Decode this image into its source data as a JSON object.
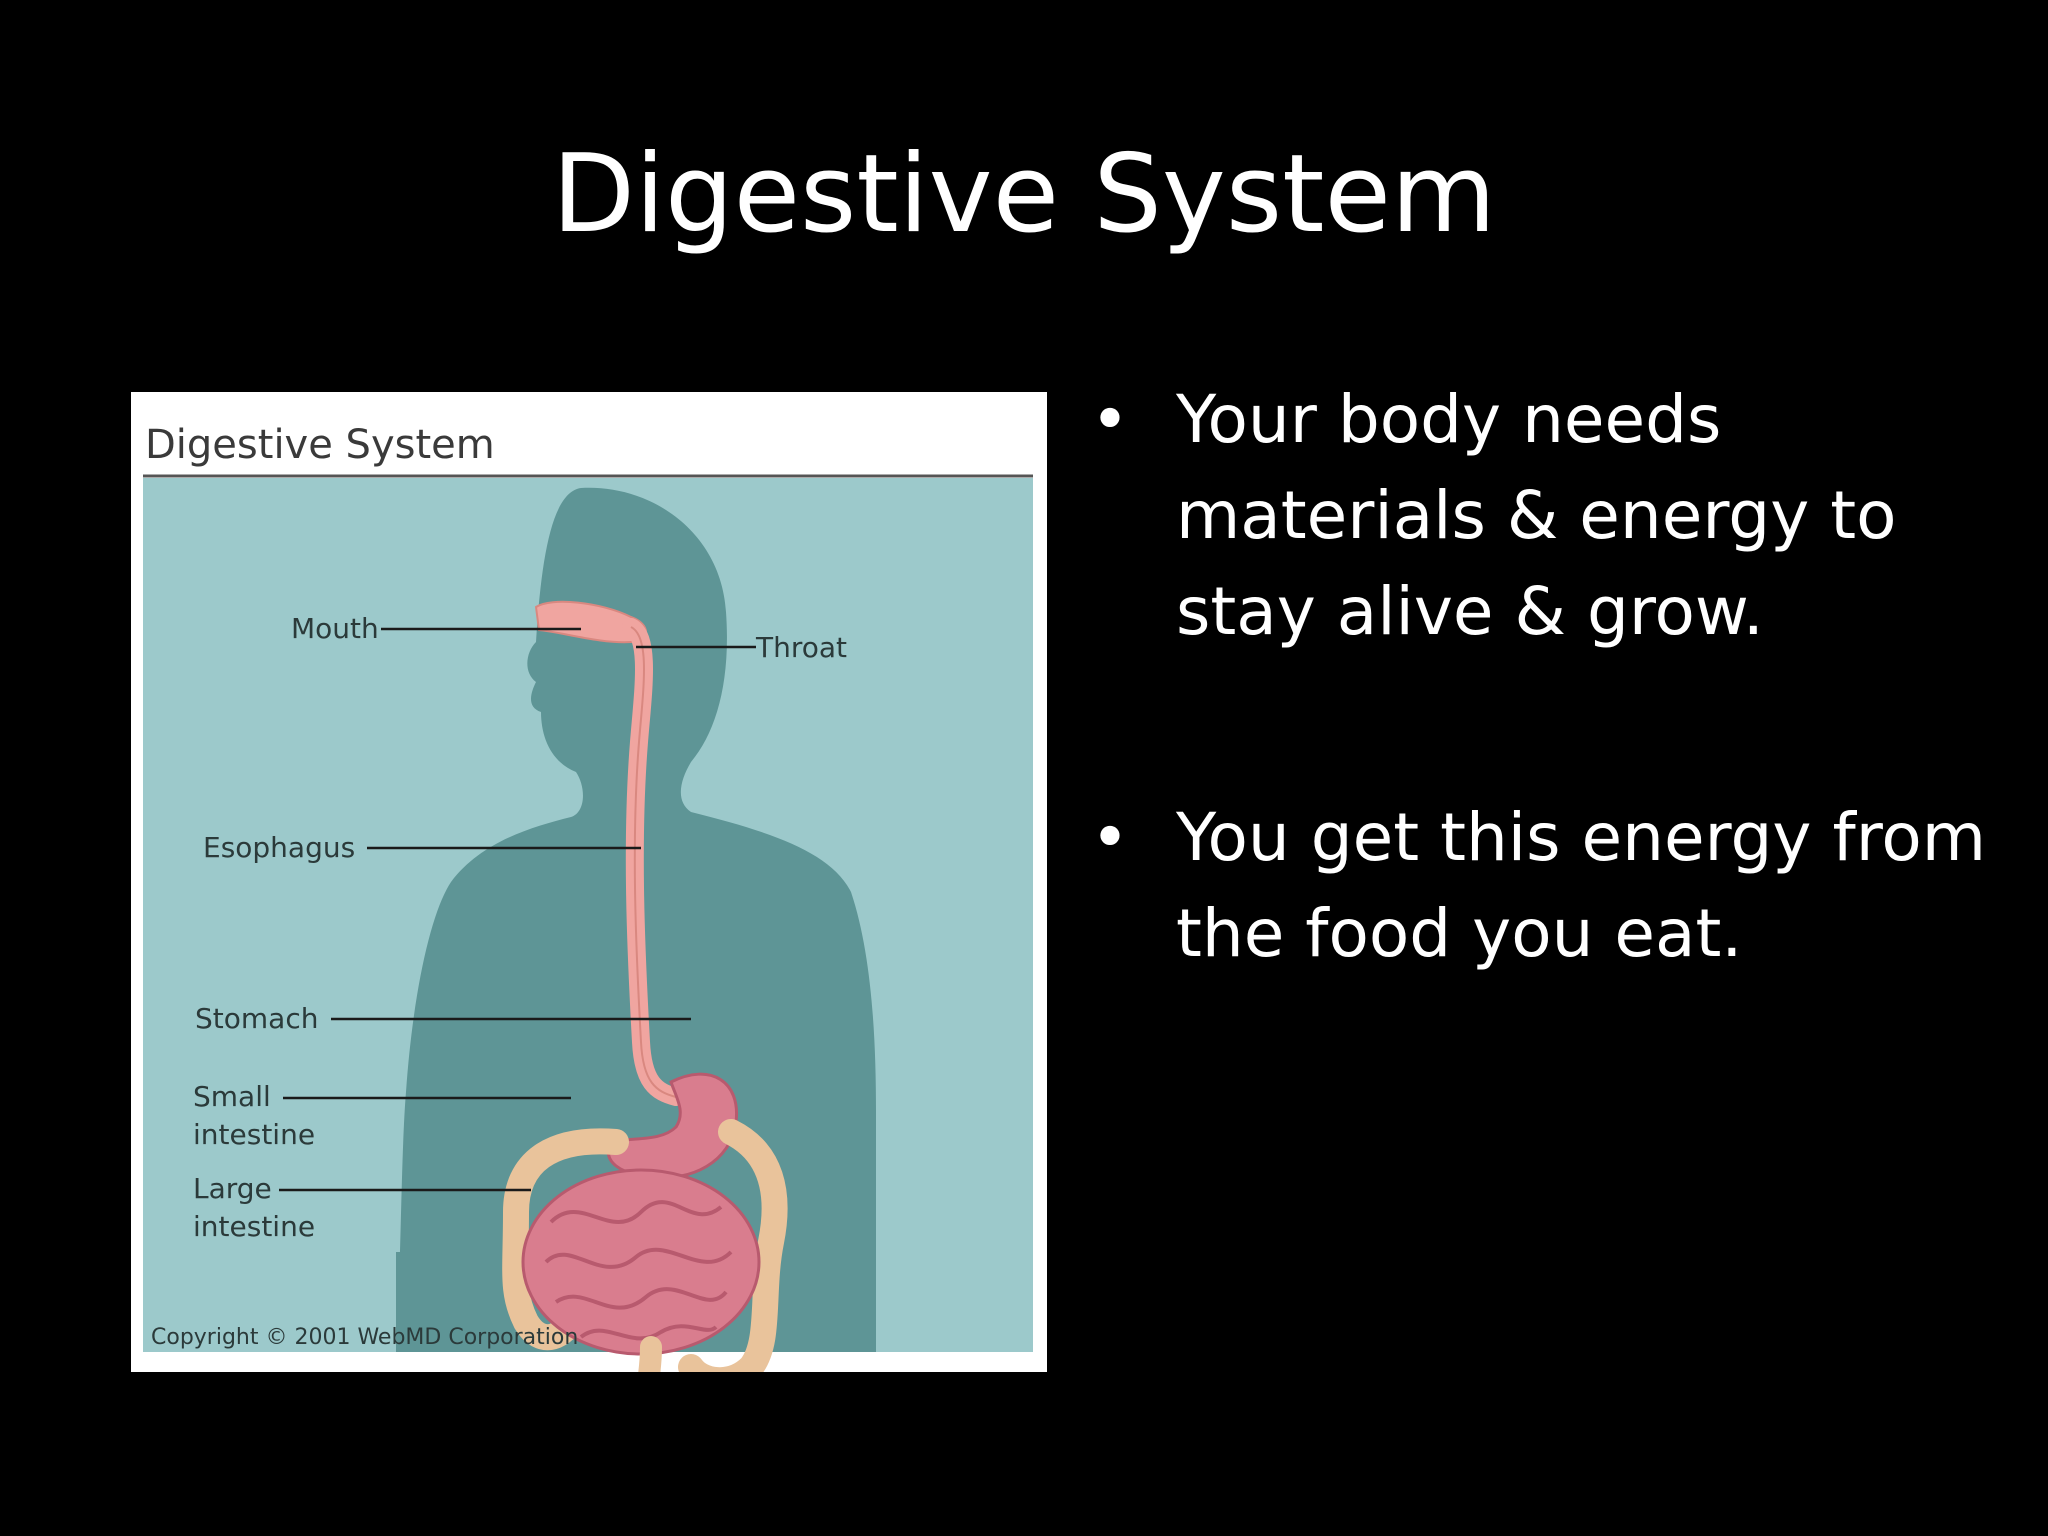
{
  "slide": {
    "title": "Digestive System",
    "bullets": [
      {
        "marker": "•",
        "text": "Your body needs materials & energy to stay alive & grow."
      },
      {
        "marker": "•",
        "text": "You get this energy from the food you eat."
      }
    ]
  },
  "figure": {
    "header": "Digestive System",
    "labels": {
      "mouth": "Mouth",
      "throat": "Throat",
      "esophagus": "Esophagus",
      "stomach": "Stomach",
      "small_intestine_line1": "Small",
      "small_intestine_line2": "intestine",
      "large_intestine_line1": "Large",
      "large_intestine_line2": "intestine"
    },
    "copyright": "Copyright © 2001 WebMD Corporation"
  },
  "colors": {
    "background": "#000000",
    "text": "#ffffff",
    "figure_bg": "#9cc9cb",
    "silhouette": "#5e9596",
    "organ": "#d97d8e",
    "esophagus": "#f0a5a0"
  }
}
